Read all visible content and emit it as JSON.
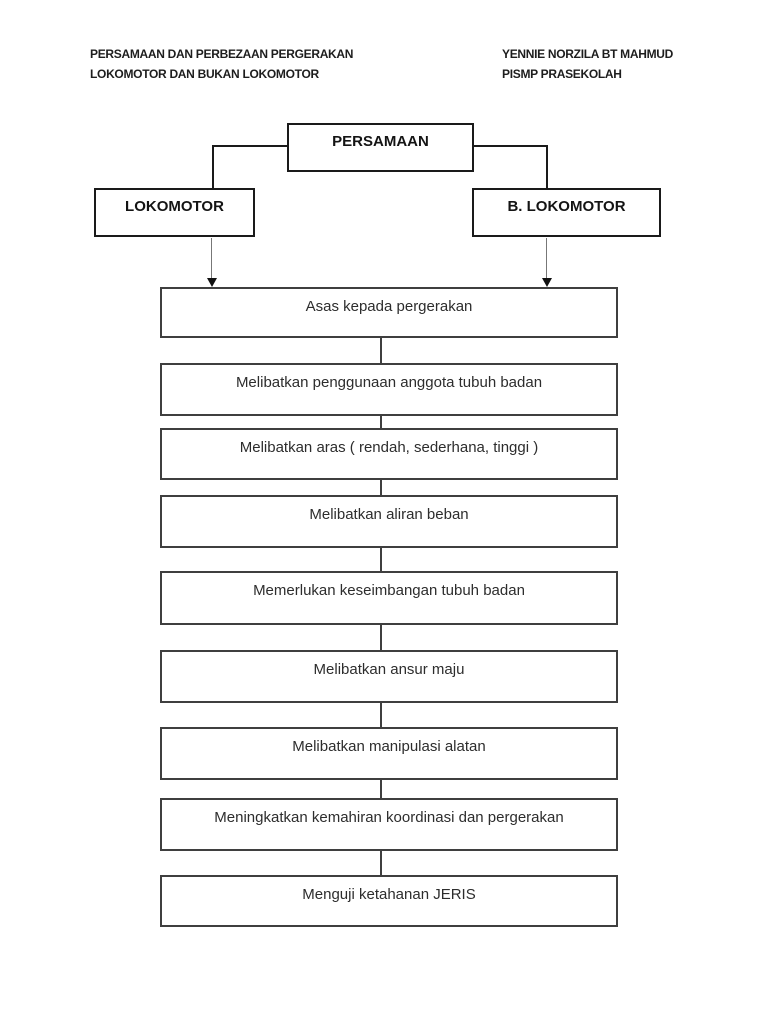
{
  "header": {
    "left_line1": "PERSAMAAN DAN PERBEZAAN PERGERAKAN",
    "left_line2": "LOKOMOTOR DAN BUKAN LOKOMOTOR",
    "right_line1": "YENNIE NORZILA BT MAHMUD",
    "right_line2": "PISMP PRASEKOLAH"
  },
  "diagram": {
    "root_label": "PERSAMAAN",
    "left_branch_label": "LOKOMOTOR",
    "right_branch_label": "B. LOKOMOTOR",
    "items": [
      "Asas kepada pergerakan",
      "Melibatkan penggunaan anggota tubuh badan",
      "Melibatkan aras ( rendah, sederhana, tinggi )",
      "Melibatkan aliran beban",
      "Memerlukan keseimbangan tubuh badan",
      "Melibatkan ansur maju",
      "Melibatkan manipulasi alatan",
      "Meningkatkan kemahiran koordinasi dan pergerakan",
      "Menguji ketahanan JERIS"
    ]
  },
  "colors": {
    "page_background": "#ffffff",
    "top_box_border": "#1a1a1a",
    "item_box_border": "#3f3f3f",
    "text": "#2d2d2d",
    "arrow": "#111111"
  }
}
